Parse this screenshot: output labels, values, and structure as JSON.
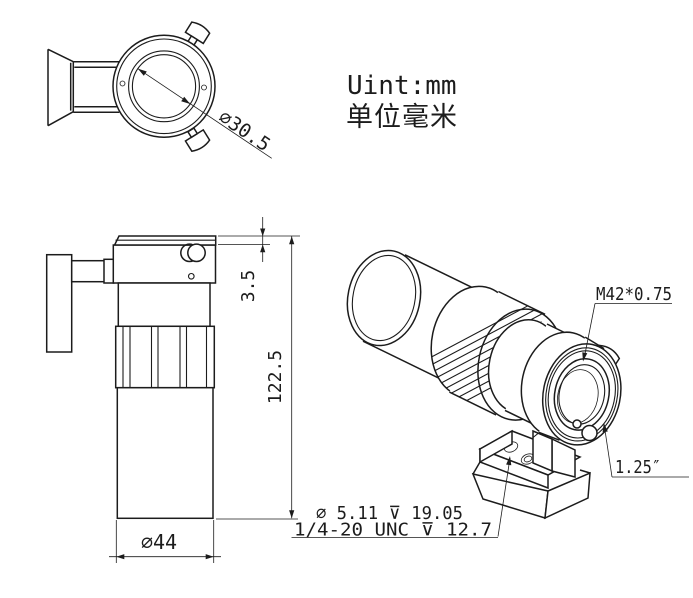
{
  "title": "Guide scope multi-view technical drawing",
  "colors": {
    "line": "#1c1c1c",
    "background": "#ffffff"
  },
  "unit_note": {
    "en": "Uint:mm",
    "zh": "单位毫米"
  },
  "top_view": {
    "ring_inner_diameter": "∅30.5"
  },
  "side_view": {
    "cap_lip_height": "3.5",
    "body_length": "122.5",
    "tube_diameter": "∅44"
  },
  "iso_view": {
    "thread_label": "M42*0.75",
    "eyepiece_label": "1.25″",
    "hole_note_line1": "∅ 5.11 ⊽ 19.05",
    "hole_note_line2": "1/4-20 UNC ⊽ 12.7"
  }
}
